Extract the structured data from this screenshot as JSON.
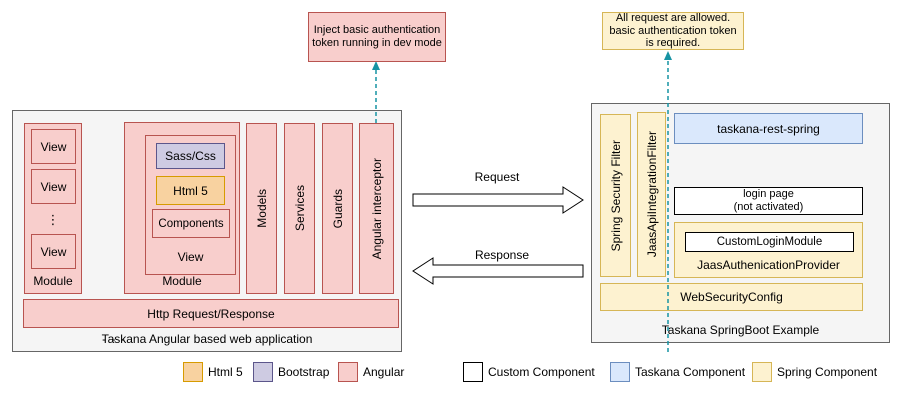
{
  "colors": {
    "angular_fill": "#f8cecc",
    "angular_stroke": "#b85450",
    "html5_fill": "#f8d2a0",
    "html5_stroke": "#d79b00",
    "bootstrap_fill": "#cecbe2",
    "bootstrap_stroke": "#5c568b",
    "taskana_fill": "#dae8fc",
    "taskana_stroke": "#6c8ebf",
    "spring_fill": "#fdf2d0",
    "spring_stroke": "#d6b656",
    "container_fill": "#f5f5f5",
    "container_stroke": "#666666",
    "custom_fill": "#ffffff",
    "custom_stroke": "#000000",
    "dashed_arrow": "#1793a3"
  },
  "annotations": {
    "dev_mode_note": "Inject basic authentication token running in dev mode",
    "auth_note": "All request are allowed. basic authentication token is required."
  },
  "flow": {
    "request_label": "Request",
    "response_label": "Response"
  },
  "angular_app": {
    "title": "Taskana Angular based web application",
    "module1": {
      "label": "Module",
      "views": [
        "View",
        "View",
        "View"
      ],
      "vertical_ellipsis": "⋮"
    },
    "modules_separator": "- - -",
    "module2": {
      "label": "Module",
      "view": {
        "label": "View",
        "sass": "Sass/Css",
        "html5": "Html 5",
        "components": "Components"
      }
    },
    "bars": [
      "Models",
      "Services",
      "Guards",
      "Angular interceptor"
    ],
    "http_bar": "Http Request/Response"
  },
  "springboot_app": {
    "title": "Taskana SpringBoot Example",
    "spring_security_filter": "Spring Security Filter",
    "jaas_api_integration_filter": "JaasApiIntegrationFilter",
    "taskana_rest_spring": "taskana-rest-spring",
    "login_page_line1": "login page",
    "login_page_line2": "(not activated)",
    "custom_login_module": "CustomLoginModule",
    "jaas_authentication_provider": "JaasAuthenicationProvider",
    "web_security_config": "WebSecurityConfig"
  },
  "legend": [
    {
      "label": "Html 5",
      "fill": "#f8d2a0",
      "stroke": "#d79b00"
    },
    {
      "label": "Bootstrap",
      "fill": "#cecbe2",
      "stroke": "#5c568b"
    },
    {
      "label": "Angular",
      "fill": "#f8cecc",
      "stroke": "#b85450"
    },
    {
      "label": "Custom Component",
      "fill": "#ffffff",
      "stroke": "#000000"
    },
    {
      "label": "Taskana Component",
      "fill": "#dae8fc",
      "stroke": "#6c8ebf"
    },
    {
      "label": "Spring Component",
      "fill": "#fdf2d0",
      "stroke": "#d6b656"
    }
  ]
}
